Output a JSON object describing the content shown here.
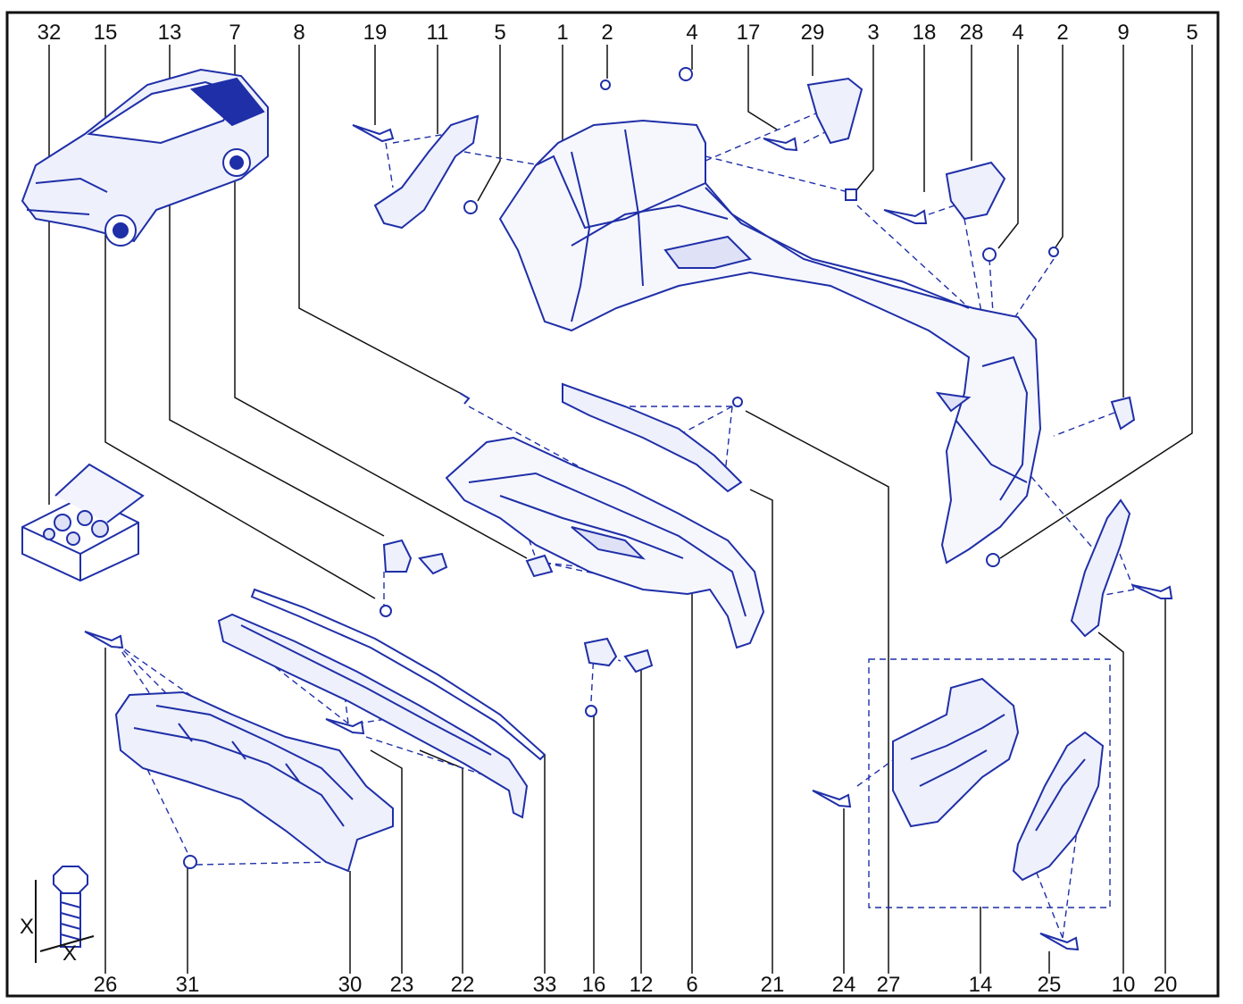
{
  "diagram": {
    "colors": {
      "line": "#1f2fa8",
      "leader": "#111111",
      "frame": "#111111"
    },
    "top_labels": [
      "32",
      "15",
      "13",
      "7",
      "8",
      "19",
      "11",
      "5",
      "1",
      "2",
      "4",
      "17",
      "29",
      "3",
      "18",
      "28",
      "4",
      "2",
      "9",
      "5"
    ],
    "bottom_labels": [
      "26",
      "31",
      "30",
      "23",
      "22",
      "33",
      "16",
      "12",
      "6",
      "21",
      "24",
      "27",
      "14",
      "25",
      "10",
      "20"
    ],
    "dimension_marks": [
      "X",
      "X"
    ],
    "parts": [
      {
        "ref": "1",
        "icon": "bumper-cover-icon"
      },
      {
        "ref": "6",
        "icon": "lower-diffuser-icon"
      },
      {
        "ref": "14",
        "icon": "bracket-assembly-icon"
      },
      {
        "ref": "22",
        "icon": "impact-absorber-icon"
      },
      {
        "ref": "30",
        "icon": "reinforcement-beam-icon"
      },
      {
        "ref": "32",
        "icon": "fastener-kit-box-icon"
      }
    ]
  }
}
